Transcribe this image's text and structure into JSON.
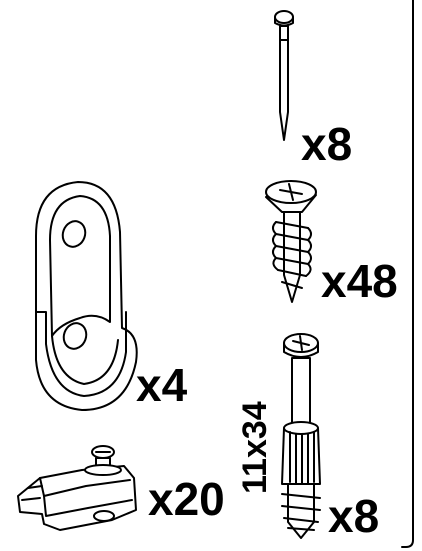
{
  "hardware": {
    "nail": {
      "icon": "nail-icon",
      "quantity": "x8"
    },
    "screw": {
      "icon": "wood-screw-icon",
      "quantity": "x48"
    },
    "bracket": {
      "icon": "rail-bracket-icon",
      "quantity": "x4"
    },
    "clip": {
      "icon": "hinge-plate-icon",
      "quantity": "x20"
    },
    "dowel": {
      "icon": "connector-dowel-icon",
      "quantity": "x8",
      "dimension": "11x34"
    }
  },
  "colors": {
    "ink": "#000000",
    "paper": "#ffffff",
    "border": "#333333"
  }
}
